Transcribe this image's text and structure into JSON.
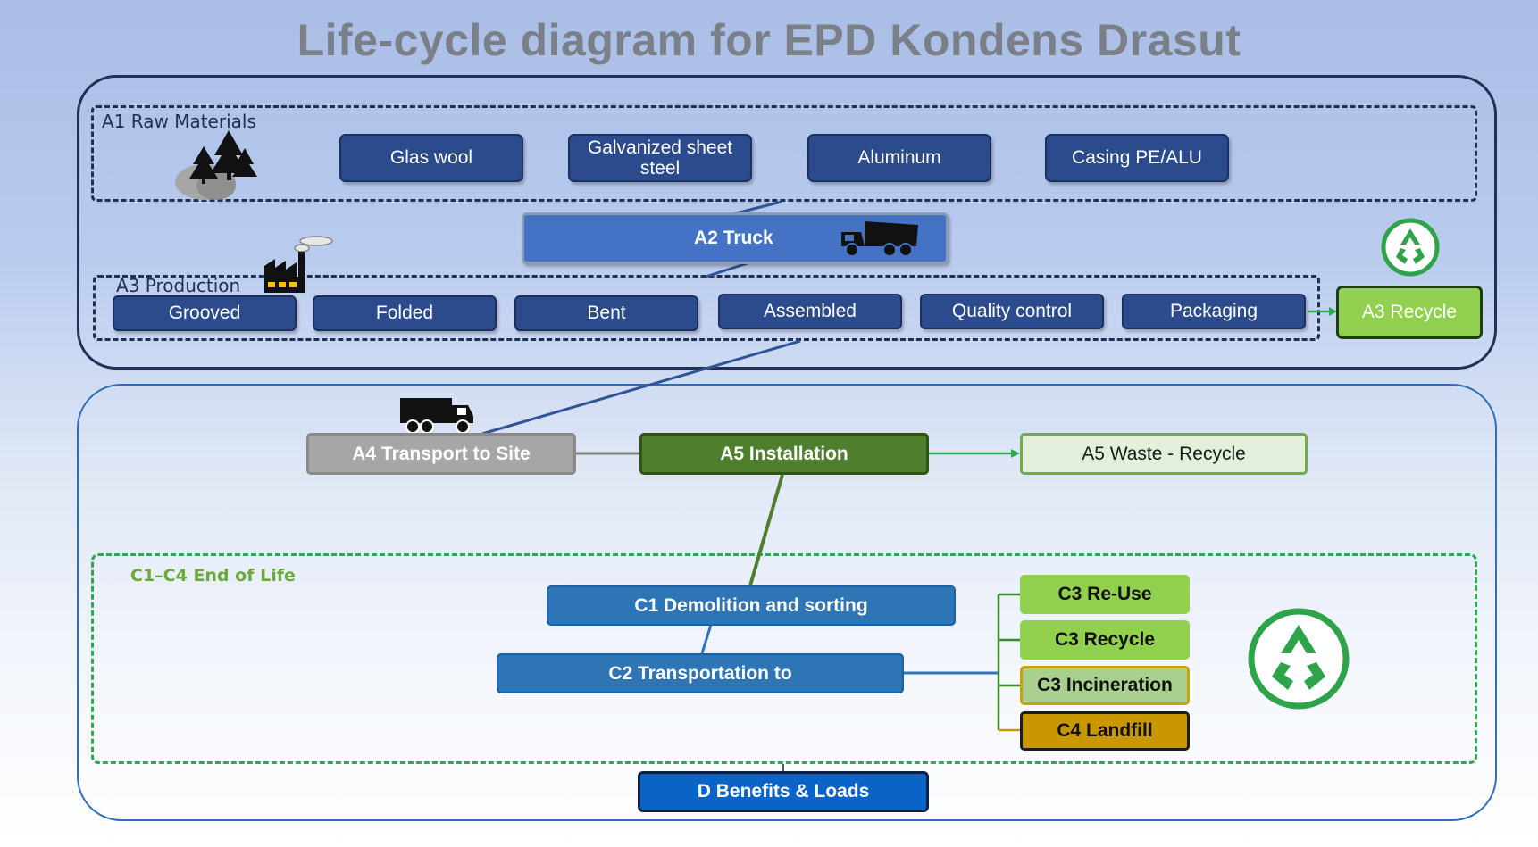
{
  "title": "Life-cycle diagram for EPD Kondens Drasut",
  "colors": {
    "navy_box": "#2c4b8c",
    "truck_blue": "#4472c4",
    "a3_recycle_green": "#92d050",
    "installation_green": "#4f7f2d",
    "eol_blue": "#2e75b6",
    "landfill_gold": "#c99700",
    "benefits_blue": "#0a63c7",
    "eol_dashed_green": "#2fa84f"
  },
  "a1": {
    "label": "A1  Raw Materials",
    "icon": "forest-icon",
    "materials": [
      "Glas wool",
      "Galvanized sheet steel",
      "Aluminum",
      "Casing PE/ALU"
    ]
  },
  "a2": {
    "label": "A2 Truck",
    "icon": "truck-icon"
  },
  "a3": {
    "label": "A3  Production",
    "icon": "factory-icon",
    "steps": [
      "Grooved",
      "Folded",
      "Bent",
      "Assembled",
      "Quality control",
      "Packaging"
    ],
    "recycle": "A3 Recycle",
    "recycle_icon": "recycle-icon"
  },
  "a4": {
    "label": "A4 Transport to Site",
    "icon": "truck-icon"
  },
  "a5": {
    "label": "A5 Installation",
    "waste": "A5 Waste - Recycle"
  },
  "eol": {
    "label": "C1–C4 End of Life",
    "c1": "C1 Demolition and sorting",
    "c2": "C2 Transportation to",
    "c3_reuse": "C3 Re-Use",
    "c3_recycle": "C3 Recycle",
    "c3_incineration": "C3 Incineration",
    "c4_landfill": "C4 Landfill",
    "recycle_icon": "recycle-icon"
  },
  "d": {
    "label": "D Benefits & Loads"
  }
}
